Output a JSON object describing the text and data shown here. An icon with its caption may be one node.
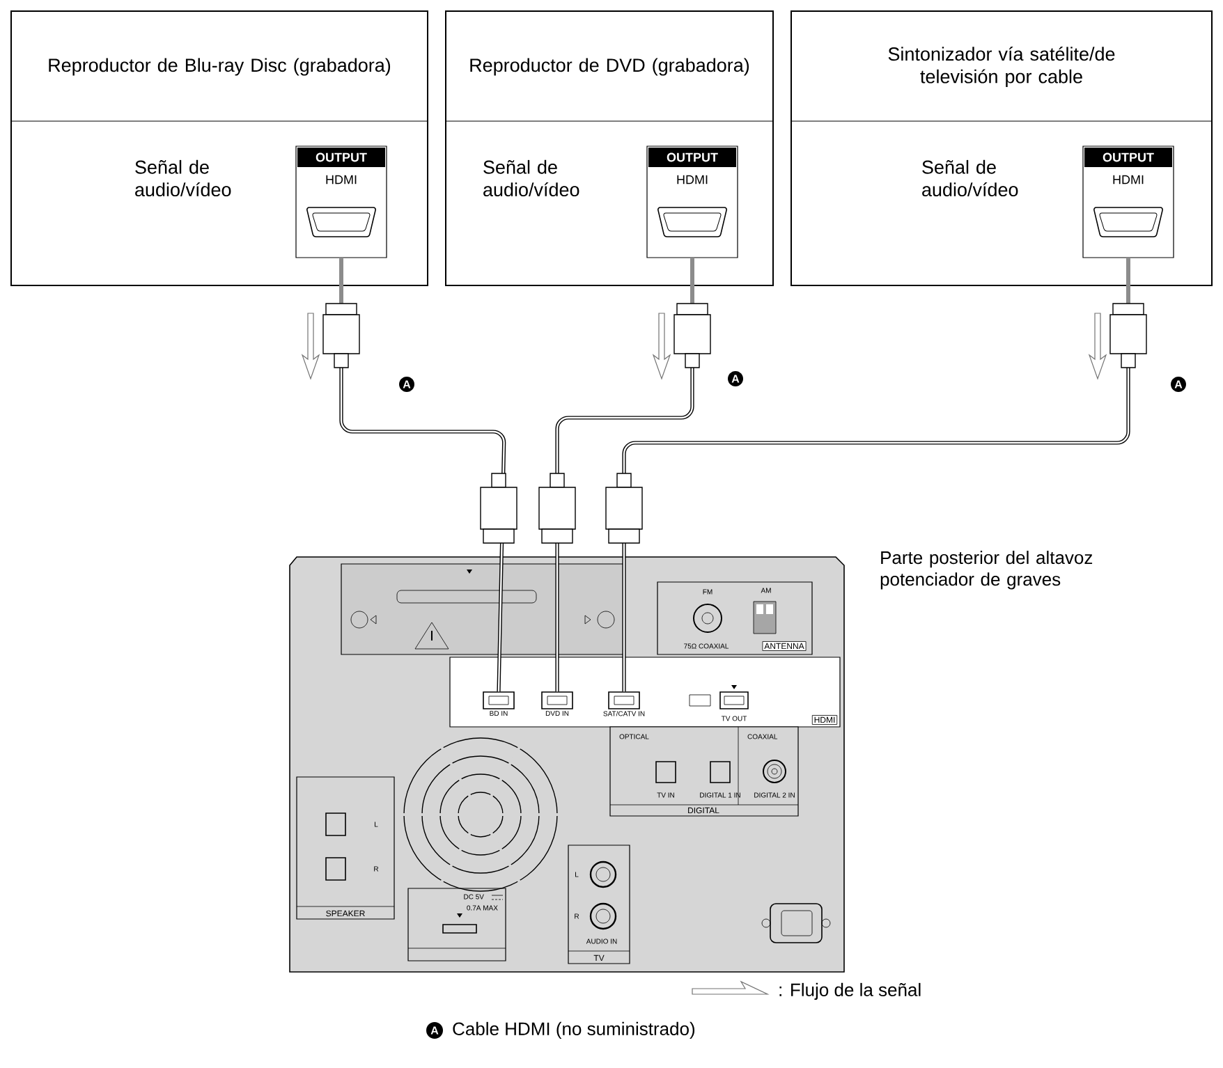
{
  "diagram": {
    "nodes": [
      {
        "text": [
          "Reproductor de Blu-ray Disc (grabadora)",
          "Señal de audio/vídeo"
        ]
      },
      {
        "text": [
          "OUTPUT",
          "HDMI"
        ],
        "in": 0
      },
      {
        "text": [
          "Reproductor de DVD (grabadora)",
          "Señal de audio/vídeo"
        ]
      },
      {
        "text": [
          "OUTPUT",
          "HDMI"
        ],
        "in": 2
      },
      {
        "text": [
          "Sintonizador vía satélite/de televisión por cable",
          "Señal de audio/vídeo"
        ]
      },
      {
        "text": [
          "OUTPUT",
          "HDMI"
        ],
        "in": 4
      },
      {
        "text": [],
        "shape": "box",
        "beside": [
          "Parte posterior del altavoz potenciador de graves"
        ]
      },
      {
        "text": [
          "BD IN"
        ],
        "in": 6
      },
      {
        "text": [
          "DVD IN"
        ],
        "in": 6
      },
      {
        "text": [
          "SAT/CATV IN"
        ],
        "in": 6
      }
    ],
    "edges": [
      {
        "from": 1,
        "to": 7,
        "arrow": "none",
        "label": "A"
      },
      {
        "from": 3,
        "to": 8,
        "arrow": "none",
        "label": "A"
      },
      {
        "from": 5,
        "to": 9,
        "arrow": "none",
        "label": "A"
      }
    ],
    "labels": [
      "FM",
      "AM",
      "75Ω COAXIAL",
      "ANTENNA",
      "TV OUT",
      "HDMI",
      "OPTICAL",
      "COAXIAL",
      "TV IN",
      "DIGITAL 1 IN",
      "DIGITAL 2 IN",
      "DIGITAL",
      "L",
      "R",
      "SPEAKER",
      "DC 5V",
      "0.7A MAX",
      "L",
      "R",
      "AUDIO IN",
      "TV",
      "A",
      "Cable HDMI (no suministrado)"
    ],
    "legend": [
      {
        "text": ": Flujo de la señal"
      }
    ]
  }
}
